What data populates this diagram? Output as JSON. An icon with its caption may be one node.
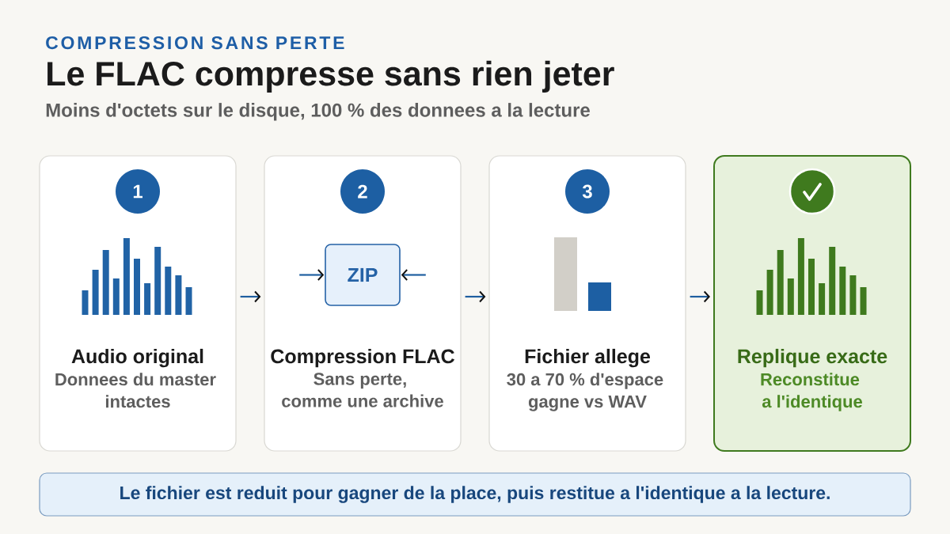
{
  "diagram": {
    "title": "Le FLAC compresse sans rien jeter",
    "nodes": [
      {
        "text": [
          "Audio original",
          "Donnees du master intactes"
        ]
      },
      {
        "text": [
          "1"
        ],
        "in": 0
      },
      {
        "text": [
          "Compression FLAC",
          "Sans perte, comme une archive"
        ]
      },
      {
        "text": [
          "2"
        ],
        "in": 2
      },
      {
        "text": [
          "ZIP"
        ],
        "in": 2
      },
      {
        "text": [
          "Fichier allege",
          "30 a 70 % d'espace gagne vs WAV"
        ]
      },
      {
        "text": [
          "3"
        ],
        "in": 5
      },
      {
        "text": [
          "Replique exacte",
          "Reconstitue a l'identique"
        ]
      },
      {
        "text": [],
        "shape": "circle",
        "in": 7
      },
      {
        "text": [
          "Le fichier est reduit pour gagner de la place, puis restitue a l'identique a la lecture."
        ]
      }
    ],
    "edges": [
      {
        "from": 0,
        "to": 2,
        "arrow": "to"
      },
      {
        "from": null,
        "to": 4,
        "arrow": "to"
      },
      {
        "from": null,
        "to": 4,
        "arrow": "to"
      },
      {
        "from": 2,
        "to": 5,
        "arrow": "to"
      },
      {
        "from": 5,
        "to": 7,
        "arrow": "to"
      }
    ],
    "labels": [
      "COMPRESSION SANS PERTE",
      "Moins d'octets sur le disque, 100 % des donnees a la lecture"
    ]
  }
}
